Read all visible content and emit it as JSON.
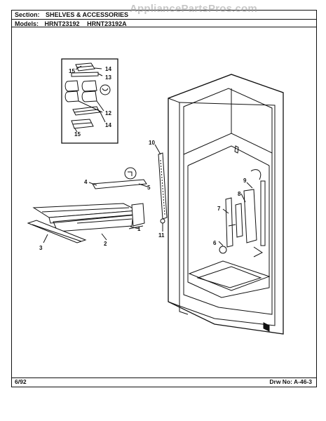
{
  "header": {
    "section_label": "Section:",
    "section_value": "SHELVES & ACCESSORIES",
    "models_label": "Models:",
    "models": [
      "HRNT23192",
      "HRNT23192A"
    ]
  },
  "watermark": "AppliancePartsPros.com",
  "footer": {
    "date": "6/92",
    "drawing_number": "Drw No: A-46-3"
  },
  "callouts": {
    "c1": "1",
    "c2": "2",
    "c3": "3",
    "c4": "4",
    "c5": "5",
    "c6": "6",
    "c7": "7",
    "c8": "8",
    "c9": "9",
    "c10": "10",
    "c11": "11",
    "c12": "12",
    "c13": "13",
    "c14a": "14",
    "c14b": "14",
    "c15a": "15",
    "c15b": "15"
  }
}
